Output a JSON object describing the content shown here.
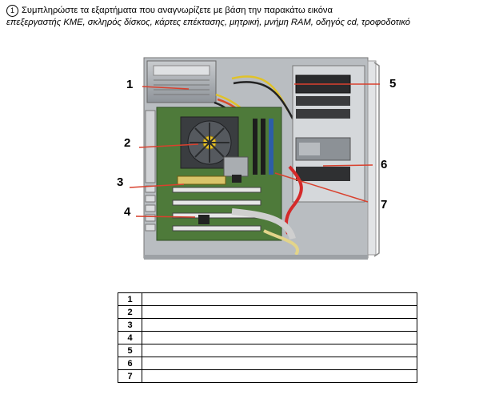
{
  "instructions": {
    "number": "1",
    "line1": "Συμπληρώστε τα εξαρτήματα που αναγνωρίζετε με βάση την παρακάτω εικόνα",
    "line2": "επεξεργαστής ΚΜΕ, σκληρός δίσκος, κάρτες επέκτασης, μητρική, μνήμη RAM, οδηγός cd, τροφοδοτικό"
  },
  "figure": {
    "callouts": [
      "1",
      "2",
      "3",
      "4",
      "5",
      "6",
      "7"
    ]
  },
  "answer_table": {
    "rows": [
      {
        "num": "1",
        "answer": ""
      },
      {
        "num": "2",
        "answer": ""
      },
      {
        "num": "3",
        "answer": ""
      },
      {
        "num": "4",
        "answer": ""
      },
      {
        "num": "5",
        "answer": ""
      },
      {
        "num": "6",
        "answer": ""
      },
      {
        "num": "7",
        "answer": ""
      }
    ]
  },
  "colors": {
    "leader_line": "#d9412e",
    "case_metal": "#bfc3c7",
    "motherboard": "#4e7a3a"
  }
}
